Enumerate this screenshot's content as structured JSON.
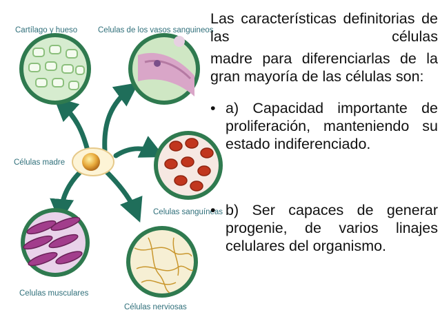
{
  "diagram": {
    "labels": {
      "cartilage": "Cartílago y hueso",
      "vessels": "Celulas de los vasos sanguineos",
      "stem": "Células madre",
      "blood": "Celulas sanguíneas",
      "muscle": "Celulas musculares",
      "nerve": "Células nerviosas"
    }
  },
  "text": {
    "intro_line1": "Las características definitorias de las células",
    "intro_line2": "madre para diferenciarlas de la gran mayoría de las células son:",
    "bullet_a": "a) Capacidad importante de proliferación, manteniendo su estado indiferenciado.",
    "bullet_b": "b) Ser capaces de generar progenie, de varios linajes celulares del organismo.",
    "bullet_symbol": "•"
  }
}
